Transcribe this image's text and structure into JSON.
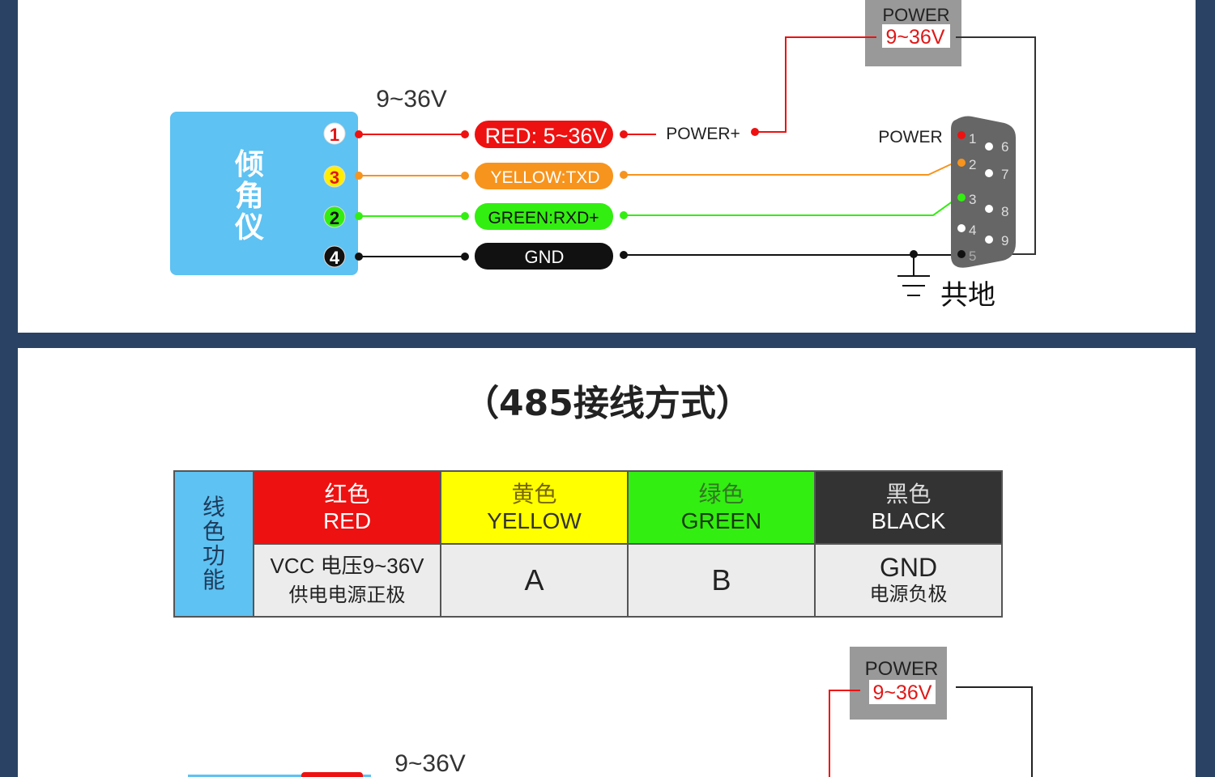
{
  "colors": {
    "background": "#2a4364",
    "sensor_box": "#5ec2f2",
    "red": "#ee1111",
    "orange": "#f7941d",
    "yellow": "#ffff00",
    "green": "#33ee11",
    "black": "#111111",
    "connector_gray": "#666666",
    "power_box_gray": "#999999"
  },
  "top_diagram": {
    "sensor_label": [
      "倾",
      "角",
      "仪"
    ],
    "voltage_label": "9~36V",
    "pins": [
      {
        "number": "1",
        "wire_label": "RED: 5~36V"
      },
      {
        "number": "3",
        "wire_label": "YELLOW:TXD"
      },
      {
        "number": "2",
        "wire_label": "GREEN:RXD+"
      },
      {
        "number": "4",
        "wire_label": "GND"
      }
    ],
    "power_plus_label": "POWER+",
    "power_supply": {
      "title": "POWER",
      "voltage": "9~36V"
    },
    "db9": {
      "label": "POWER",
      "pins_left": [
        "1",
        "2",
        "3",
        "4",
        "5"
      ],
      "pins_right": [
        "6",
        "7",
        "8",
        "9"
      ]
    },
    "ground_label": "共地"
  },
  "section_title": "（485接线方式）",
  "wire_table": {
    "row_header": [
      "线",
      "色",
      "功",
      "能"
    ],
    "columns": [
      {
        "cn": "红色",
        "en": "RED",
        "func_line1": "VCC 电压9~36V",
        "func_line2": "供电电源正极"
      },
      {
        "cn": "黄色",
        "en": "YELLOW",
        "func_line1": "A",
        "func_line2": ""
      },
      {
        "cn": "绿色",
        "en": "GREEN",
        "func_line1": "B",
        "func_line2": ""
      },
      {
        "cn": "黑色",
        "en": "BLACK",
        "func_line1": "GND",
        "func_line2": "电源负极"
      }
    ]
  },
  "bottom_diagram": {
    "voltage_label": "9~36V",
    "power_supply": {
      "title": "POWER",
      "voltage": "9~36V"
    }
  }
}
